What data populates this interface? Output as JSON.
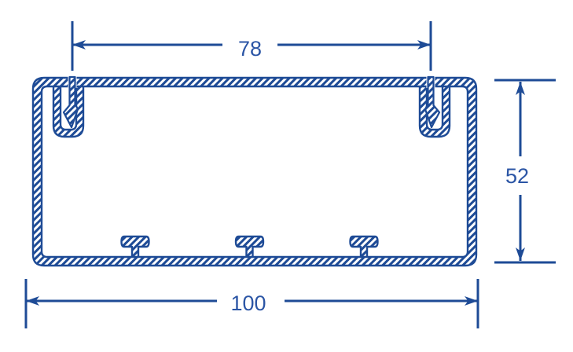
{
  "diagram": {
    "type": "technical-cross-section",
    "subject": "trunking-profile-cross-section",
    "stroke_color": "#1e4b96",
    "text_color": "#2b55a5",
    "background_color": "#ffffff",
    "dimensions": {
      "top": {
        "value": "78",
        "orientation": "horizontal",
        "position": "above-profile"
      },
      "right": {
        "value": "52",
        "orientation": "vertical",
        "position": "right-of-profile"
      },
      "bottom": {
        "value": "100",
        "orientation": "horizontal",
        "position": "below-profile"
      }
    },
    "features": {
      "clip_channels": 2,
      "lid_hooks": 2,
      "mounting_studs": 3,
      "wall_fill": "diagonal-hatch"
    }
  }
}
